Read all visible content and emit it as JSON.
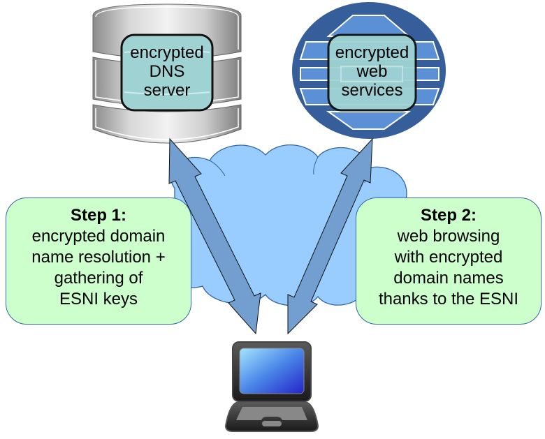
{
  "diagram": {
    "nodes": {
      "dns_server": {
        "icon": "database-icon",
        "label_lines": [
          "encrypted",
          "DNS",
          "server"
        ]
      },
      "web_services": {
        "icon": "globe-icon",
        "label_lines": [
          "encrypted",
          "web",
          "services"
        ]
      },
      "client": {
        "icon": "laptop-icon"
      },
      "internet": {
        "icon": "cloud-icon"
      }
    },
    "steps": [
      {
        "title": "Step 1:",
        "lines": [
          "encrypted domain",
          "name resolution +",
          "gathering of",
          "ESNI keys"
        ]
      },
      {
        "title": "Step 2:",
        "lines": [
          "web browsing",
          "with encrypted",
          "domain names",
          "thanks to the ESNI"
        ]
      }
    ],
    "connections": [
      {
        "from": "client",
        "to": "dns_server",
        "type": "bidirectional"
      },
      {
        "from": "client",
        "to": "web_services",
        "type": "bidirectional"
      }
    ],
    "colors": {
      "step_box_fill": "#ccffcc",
      "step_box_border": "#3465a4",
      "cloud_fill": "#99ccff",
      "cloud_border": "#3465a4",
      "arrow_fill": "#729fcf",
      "globe_dark": "#355e9b",
      "globe_light": "#5b8fd6",
      "label_box_fill": "#9fd3d3",
      "server_gray": "#c0c0c0"
    }
  }
}
